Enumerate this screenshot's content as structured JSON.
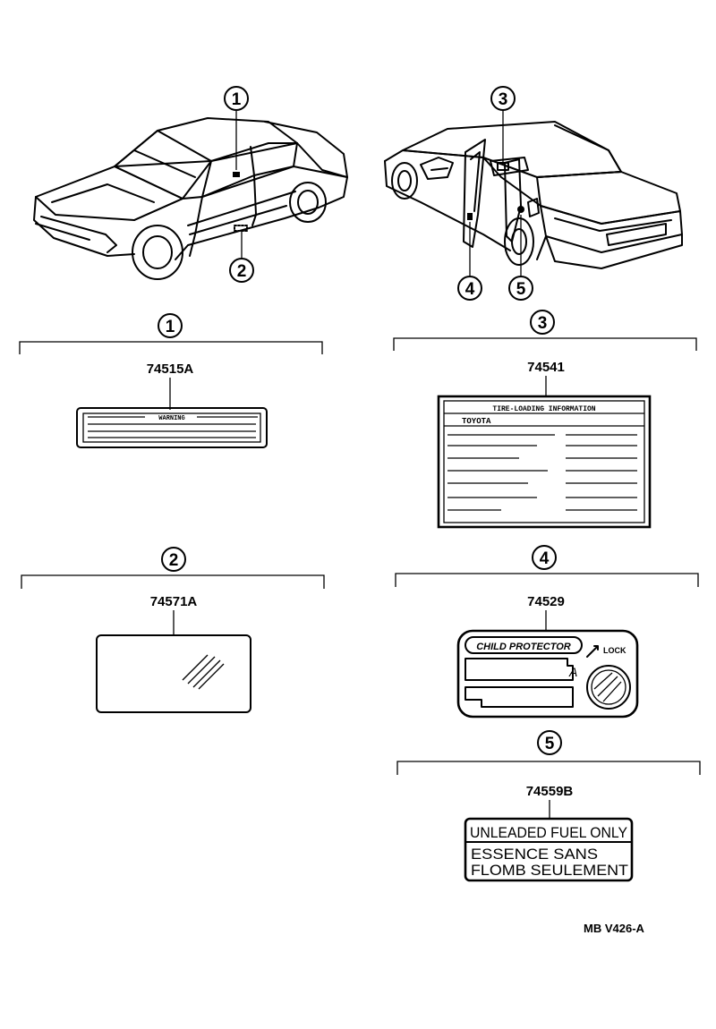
{
  "callouts": {
    "c1": "1",
    "c2": "2",
    "c3": "3",
    "c4": "4",
    "c5": "5"
  },
  "parts": {
    "p1": {
      "callout": "1",
      "number": "74515A",
      "label_title": "WARNING"
    },
    "p2": {
      "callout": "2",
      "number": "74571A"
    },
    "p3": {
      "callout": "3",
      "number": "74541",
      "label_title": "TIRE-LOADING INFORMATION",
      "label_brand": "TOYOTA"
    },
    "p4": {
      "callout": "4",
      "number": "74529",
      "label_title": "CHILD PROTECTOR",
      "lock_text": "LOCK",
      "mark": "A"
    },
    "p5": {
      "callout": "5",
      "number": "74559B",
      "line1": "UNLEADED FUEL ONLY",
      "line2": "ESSENCE SANS",
      "line3": "FLOMB SEULEMENT"
    }
  },
  "footer": {
    "code": "MB V426-A"
  }
}
